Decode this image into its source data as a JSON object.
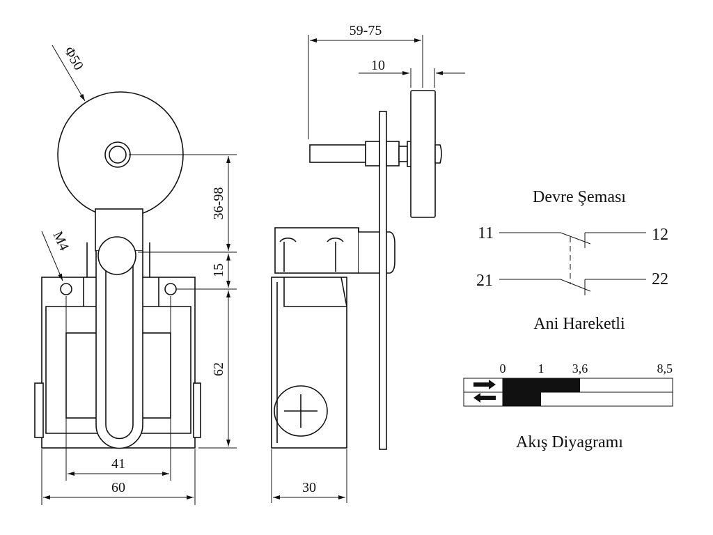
{
  "front_view": {
    "dims": {
      "diameter": "Φ50",
      "thread": "M4",
      "height_adjust": "36-98",
      "lever_offset": "15",
      "body_height": "62",
      "hole_spacing": "41",
      "body_width": "60"
    }
  },
  "side_view": {
    "dims": {
      "reach": "59-75",
      "roller_width": "10",
      "body_depth": "30"
    }
  },
  "circuit": {
    "title": "Devre Şeması",
    "terminals": [
      "11",
      "12",
      "21",
      "22"
    ],
    "subtitle": "Ani Hareketli"
  },
  "chart_data": {
    "type": "table",
    "title": "Akış Diyagramı",
    "tick_labels": [
      "0",
      "1",
      "3,6",
      "8,5"
    ],
    "ticks": [
      0,
      1,
      3.6,
      8.5
    ],
    "rows": [
      {
        "direction": "forward",
        "icon": "arrow-right-icon",
        "closed_range": [
          0,
          3.6
        ]
      },
      {
        "direction": "return",
        "icon": "arrow-left-icon",
        "closed_range": [
          0,
          1
        ]
      }
    ],
    "range": [
      0,
      8.5
    ]
  }
}
